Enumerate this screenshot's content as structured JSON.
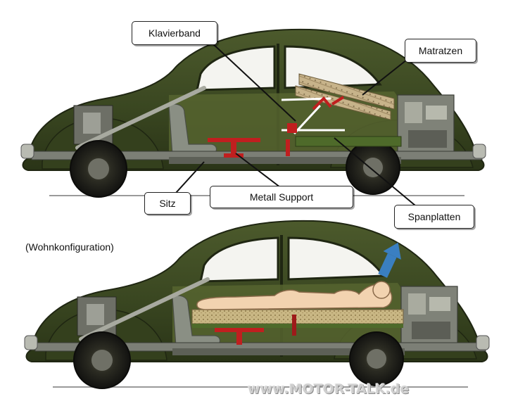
{
  "labels": {
    "klavierband": "Klavierband",
    "matratzen": "Matratzen",
    "sitz": "Sitz",
    "metall_support": "Metall Support",
    "spanplatten": "Spanplatten",
    "wohnkonfiguration": "(Wohnkonfiguration)"
  },
  "watermark": "www.MOTOR-TALK.de",
  "colors": {
    "body_green": "#3d4a23",
    "interior_green": "#56642f",
    "support_red": "#c01f1f",
    "board_tan": "#c9b784",
    "person_skin": "#f2d3b0",
    "arrow_blue": "#3a7fc1"
  },
  "icons": [
    "up-arrow-icon"
  ]
}
